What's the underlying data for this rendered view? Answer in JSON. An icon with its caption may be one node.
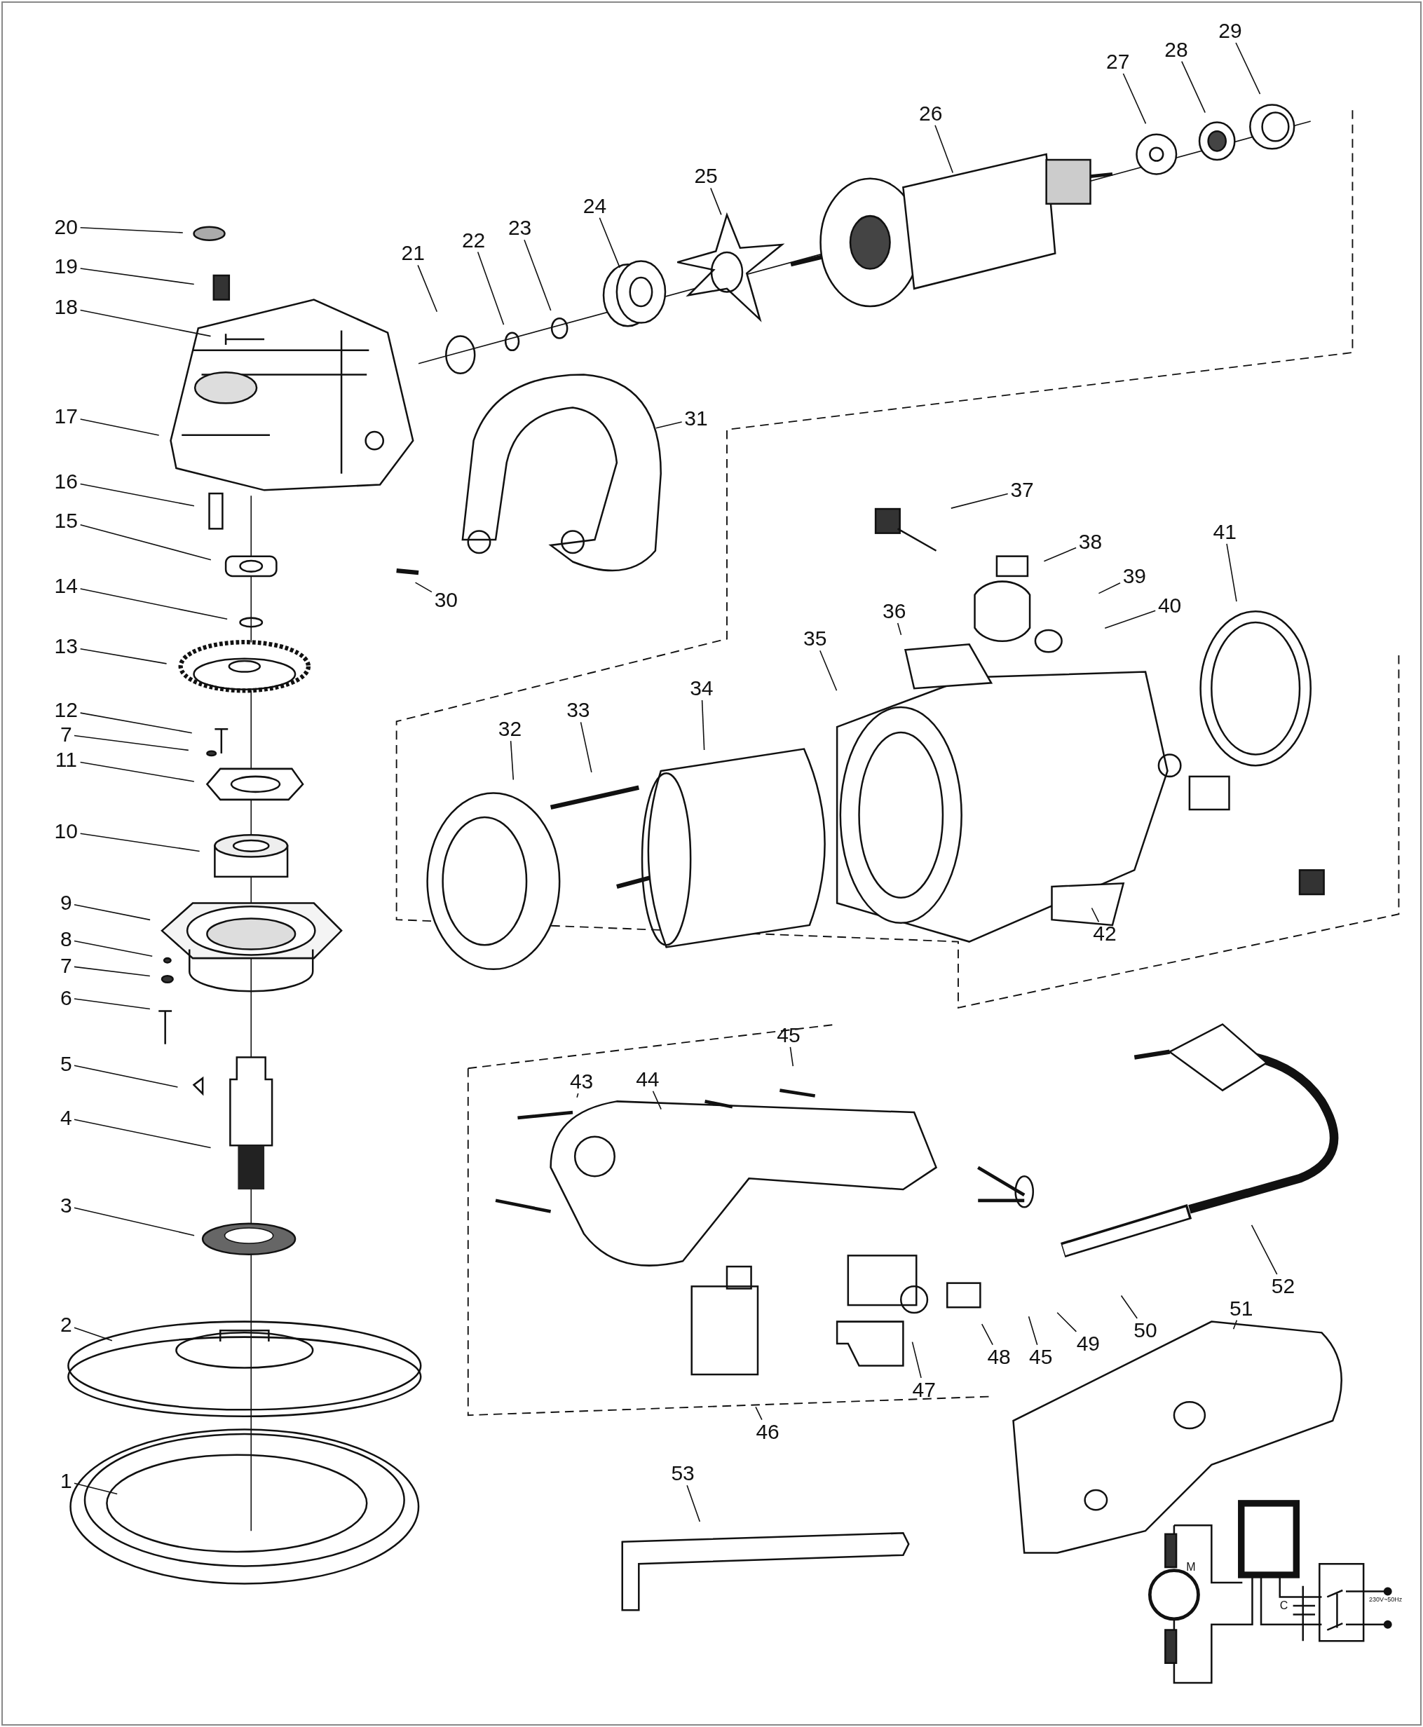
{
  "diagram": {
    "nodes": [
      {
        "text": [
          "1"
        ]
      },
      {
        "text": [
          "2"
        ]
      },
      {
        "text": [
          "3"
        ]
      },
      {
        "text": [
          "4"
        ]
      },
      {
        "text": [
          "5"
        ]
      },
      {
        "text": [
          "6"
        ]
      },
      {
        "text": [
          "7"
        ]
      },
      {
        "text": [
          "8"
        ]
      },
      {
        "text": [
          "9"
        ]
      },
      {
        "text": [
          "10"
        ]
      },
      {
        "text": [
          "11"
        ]
      },
      {
        "text": [
          "12"
        ]
      },
      {
        "text": [
          "7"
        ]
      },
      {
        "text": [
          "13"
        ]
      },
      {
        "text": [
          "14"
        ]
      },
      {
        "text": [
          "15"
        ]
      },
      {
        "text": [
          "16"
        ]
      },
      {
        "text": [
          "17"
        ]
      },
      {
        "text": [
          "18"
        ]
      },
      {
        "text": [
          "19"
        ]
      },
      {
        "text": [
          "20"
        ]
      },
      {
        "text": [
          "21"
        ]
      },
      {
        "text": [
          "22"
        ]
      },
      {
        "text": [
          "23"
        ]
      },
      {
        "text": [
          "24"
        ]
      },
      {
        "text": [
          "25"
        ]
      },
      {
        "text": [
          "26"
        ]
      },
      {
        "text": [
          "27"
        ]
      },
      {
        "text": [
          "28"
        ]
      },
      {
        "text": [
          "29"
        ]
      },
      {
        "text": [
          "30"
        ]
      },
      {
        "text": [
          "31"
        ]
      },
      {
        "text": [
          "32"
        ]
      },
      {
        "text": [
          "33"
        ]
      },
      {
        "text": [
          "34"
        ]
      },
      {
        "text": [
          "35"
        ]
      },
      {
        "text": [
          "36"
        ]
      },
      {
        "text": [
          "37"
        ]
      },
      {
        "text": [
          "38"
        ]
      },
      {
        "text": [
          "39"
        ]
      },
      {
        "text": [
          "40"
        ]
      },
      {
        "text": [
          "41"
        ]
      },
      {
        "text": [
          "42"
        ]
      },
      {
        "text": [
          "43"
        ]
      },
      {
        "text": [
          "44"
        ]
      },
      {
        "text": [
          "45"
        ]
      },
      {
        "text": [
          "45"
        ]
      },
      {
        "text": [
          "46"
        ]
      },
      {
        "text": [
          "47"
        ]
      },
      {
        "text": [
          "48"
        ]
      },
      {
        "text": [
          "49"
        ]
      },
      {
        "text": [
          "50"
        ]
      },
      {
        "text": [
          "51"
        ]
      },
      {
        "text": [
          "52"
        ]
      },
      {
        "text": [
          "53"
        ]
      }
    ],
    "edges": [
      {
        "from": 0,
        "to": null,
        "arrow": "none"
      },
      {
        "from": 1,
        "to": null,
        "arrow": "none"
      },
      {
        "from": 2,
        "to": null,
        "arrow": "none"
      },
      {
        "from": 3,
        "to": null,
        "arrow": "none"
      },
      {
        "from": 4,
        "to": null,
        "arrow": "none"
      },
      {
        "from": 5,
        "to": null,
        "arrow": "none"
      },
      {
        "from": 6,
        "to": null,
        "arrow": "none"
      },
      {
        "from": 7,
        "to": null,
        "arrow": "none"
      },
      {
        "from": 8,
        "to": null,
        "arrow": "none"
      },
      {
        "from": 9,
        "to": null,
        "arrow": "none"
      },
      {
        "from": 10,
        "to": null,
        "arrow": "none"
      },
      {
        "from": 11,
        "to": null,
        "arrow": "none"
      },
      {
        "from": 12,
        "to": null,
        "arrow": "none"
      },
      {
        "from": 13,
        "to": null,
        "arrow": "none"
      },
      {
        "from": 14,
        "to": null,
        "arrow": "none"
      },
      {
        "from": 15,
        "to": null,
        "arrow": "none"
      },
      {
        "from": 16,
        "to": null,
        "arrow": "none"
      },
      {
        "from": 17,
        "to": null,
        "arrow": "none"
      },
      {
        "from": 18,
        "to": null,
        "arrow": "none"
      },
      {
        "from": 19,
        "to": null,
        "arrow": "none"
      },
      {
        "from": 20,
        "to": null,
        "arrow": "none"
      },
      {
        "from": 21,
        "to": null,
        "arrow": "none"
      },
      {
        "from": 22,
        "to": null,
        "arrow": "none"
      },
      {
        "from": 23,
        "to": null,
        "arrow": "none"
      },
      {
        "from": 24,
        "to": null,
        "arrow": "none"
      },
      {
        "from": 25,
        "to": null,
        "arrow": "none"
      },
      {
        "from": 26,
        "to": null,
        "arrow": "none"
      },
      {
        "from": 27,
        "to": null,
        "arrow": "none"
      },
      {
        "from": 28,
        "to": null,
        "arrow": "none"
      },
      {
        "from": 29,
        "to": null,
        "arrow": "none"
      },
      {
        "from": 30,
        "to": null,
        "arrow": "none"
      },
      {
        "from": 31,
        "to": null,
        "arrow": "none"
      },
      {
        "from": 32,
        "to": null,
        "arrow": "none"
      },
      {
        "from": 33,
        "to": null,
        "arrow": "none"
      },
      {
        "from": 34,
        "to": null,
        "arrow": "none"
      },
      {
        "from": 35,
        "to": null,
        "arrow": "none"
      },
      {
        "from": 36,
        "to": null,
        "arrow": "none"
      },
      {
        "from": 37,
        "to": null,
        "arrow": "none"
      },
      {
        "from": 38,
        "to": null,
        "arrow": "none"
      },
      {
        "from": 39,
        "to": null,
        "arrow": "none"
      },
      {
        "from": 40,
        "to": null,
        "arrow": "none"
      },
      {
        "from": 41,
        "to": null,
        "arrow": "none"
      },
      {
        "from": 42,
        "to": null,
        "arrow": "none"
      },
      {
        "from": 43,
        "to": null,
        "arrow": "none"
      },
      {
        "from": 44,
        "to": null,
        "arrow": "none"
      },
      {
        "from": 45,
        "to": null,
        "arrow": "none"
      },
      {
        "from": 46,
        "to": null,
        "arrow": "none"
      },
      {
        "from": 47,
        "to": null,
        "arrow": "none"
      },
      {
        "from": 48,
        "to": null,
        "arrow": "none"
      },
      {
        "from": 49,
        "to": null,
        "arrow": "none"
      },
      {
        "from": 50,
        "to": null,
        "arrow": "none"
      },
      {
        "from": 51,
        "to": null,
        "arrow": "none"
      },
      {
        "from": 52,
        "to": null,
        "arrow": "none"
      },
      {
        "from": 53,
        "to": null,
        "arrow": "none"
      },
      {
        "from": 54,
        "to": null,
        "arrow": "none"
      }
    ],
    "labels": [
      "M",
      "C",
      "230V~50Hz"
    ]
  }
}
